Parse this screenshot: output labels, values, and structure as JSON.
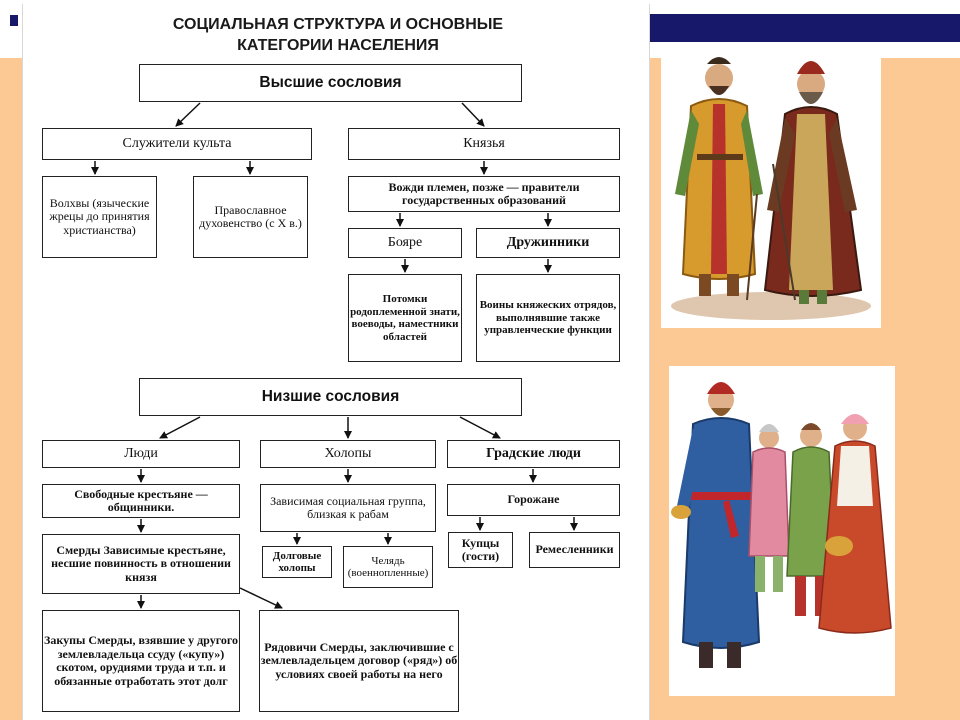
{
  "title": {
    "line1": "СОЦИАЛЬНАЯ СТРУКТУРА И ОСНОВНЫЕ",
    "line2": "КАТЕГОРИИ НАСЕЛЕНИЯ"
  },
  "upper": {
    "header": "Высшие сословия",
    "clergy": "Служители культа",
    "volkhvy": "Волхвы (языческие жрецы до принятия христианства)",
    "orthodox": "Православное духовенство (с X в.)",
    "princes": "Князья",
    "leaders": "Вожди племен, позже — правители государственных образований",
    "boyars": "Бояре",
    "boyars_desc": "Потомки родоплеменной знати, воеводы, наместники областей",
    "druzhina": "Дружинники",
    "druzhina_desc": "Воины княжеских отрядов, выполнявшие также управленческие функции"
  },
  "lower": {
    "header": "Низшие сословия",
    "people": "Люди",
    "free_peasants": "Свободные крестьяне — общинники.",
    "smerdy": "Смерды Зависимые крестьяне, несшие повинность в отношении князя",
    "zakupy": "Закупы Смерды, взявшие у другого землевладельца ссуду («купу») скотом, орудиями труда и т.п. и обязанные отработать этот долг",
    "ryadovichi": "Рядовичи Смерды, заключившие с землевладельцем договор («ряд») об условиях своей работы на него",
    "kholopy": "Холопы",
    "dependent": "Зависимая социальная группа, близкая к рабам",
    "debt_kholopy": "Долговые холопы",
    "chelyad": "Челядь (военнопленные)",
    "town_people": "Градские люди",
    "townsfolk": "Горожане",
    "merchants": "Купцы (гости)",
    "artisans": "Ремесленники"
  },
  "colors": {
    "background": "#fcc894",
    "navy": "#17186a",
    "ink": "#111111"
  }
}
